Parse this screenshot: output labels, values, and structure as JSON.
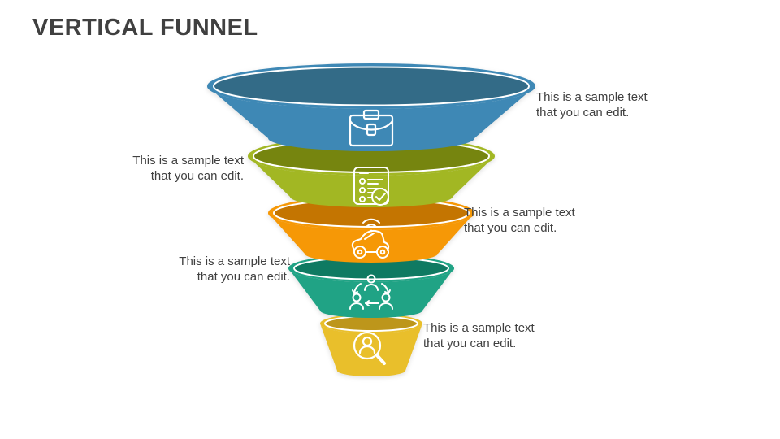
{
  "slide": {
    "title": "VERTICAL FUNNEL",
    "title_color": "#404040",
    "background": "#ffffff",
    "text_color": "#404040"
  },
  "funnel": {
    "segments": [
      {
        "name": "stage-1",
        "color": "#3e88b5",
        "color_dark": "#336b87",
        "icon": "briefcase-icon"
      },
      {
        "name": "stage-2",
        "color": "#a2b723",
        "color_dark": "#76850f",
        "icon": "checklist-icon"
      },
      {
        "name": "stage-3",
        "color": "#f69806",
        "color_dark": "#c47501",
        "icon": "smart-vehicle-icon"
      },
      {
        "name": "stage-4",
        "color": "#20a385",
        "color_dark": "#0f7a62",
        "icon": "people-cycle-icon"
      },
      {
        "name": "stage-5",
        "color": "#e9bf2b",
        "color_dark": "#bd961b",
        "icon": "person-search-icon"
      }
    ]
  },
  "captions": [
    {
      "side": "right",
      "line1": "This is a sample text",
      "line2": "that you can edit."
    },
    {
      "side": "left",
      "line1": "This is a sample text",
      "line2": "that you can edit."
    },
    {
      "side": "right",
      "line1": "This is a sample text",
      "line2": "that you can edit."
    },
    {
      "side": "left",
      "line1": "This is a sample text",
      "line2": "that you can edit."
    },
    {
      "side": "right",
      "line1": "This is a sample text",
      "line2": "that you can edit."
    }
  ]
}
